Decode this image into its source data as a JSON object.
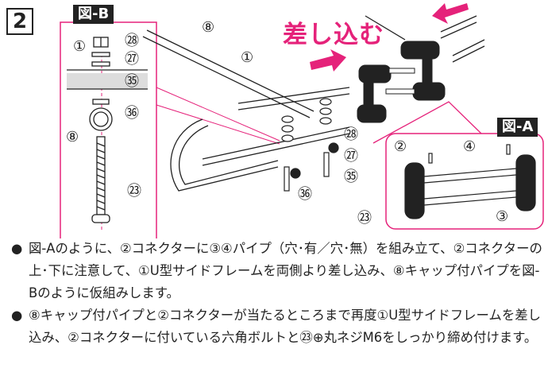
{
  "step_number": "2",
  "headline": "差し込む",
  "figure_b_label": "図-B",
  "figure_a_label": "図-A",
  "callouts": [
    "①",
    "②",
    "③",
    "④",
    "⑧",
    "㉓",
    "㉗",
    "㉘",
    "㉟",
    "㊱"
  ],
  "instructions": [
    {
      "bullet": "●",
      "text": "図-Aのように、②コネクターに③④パイプ（穴･有／穴･無）を組み立て、②コネクターの上･下に注意して、①U型サイドフレームを両側より差し込み、⑧キャップ付パイプを図-Bのように仮組みします。"
    },
    {
      "bullet": "●",
      "text": "⑧キャップ付パイプと②コネクターが当たるところまで再度①U型サイドフレームを差し込み、②コネクターに付いている六角ボルトと㉓⊕丸ネジM6をしっかり締め付けます。"
    }
  ],
  "colors": {
    "accent": "#e5227a",
    "ink": "#222222",
    "panel_border": "#e5227a"
  }
}
